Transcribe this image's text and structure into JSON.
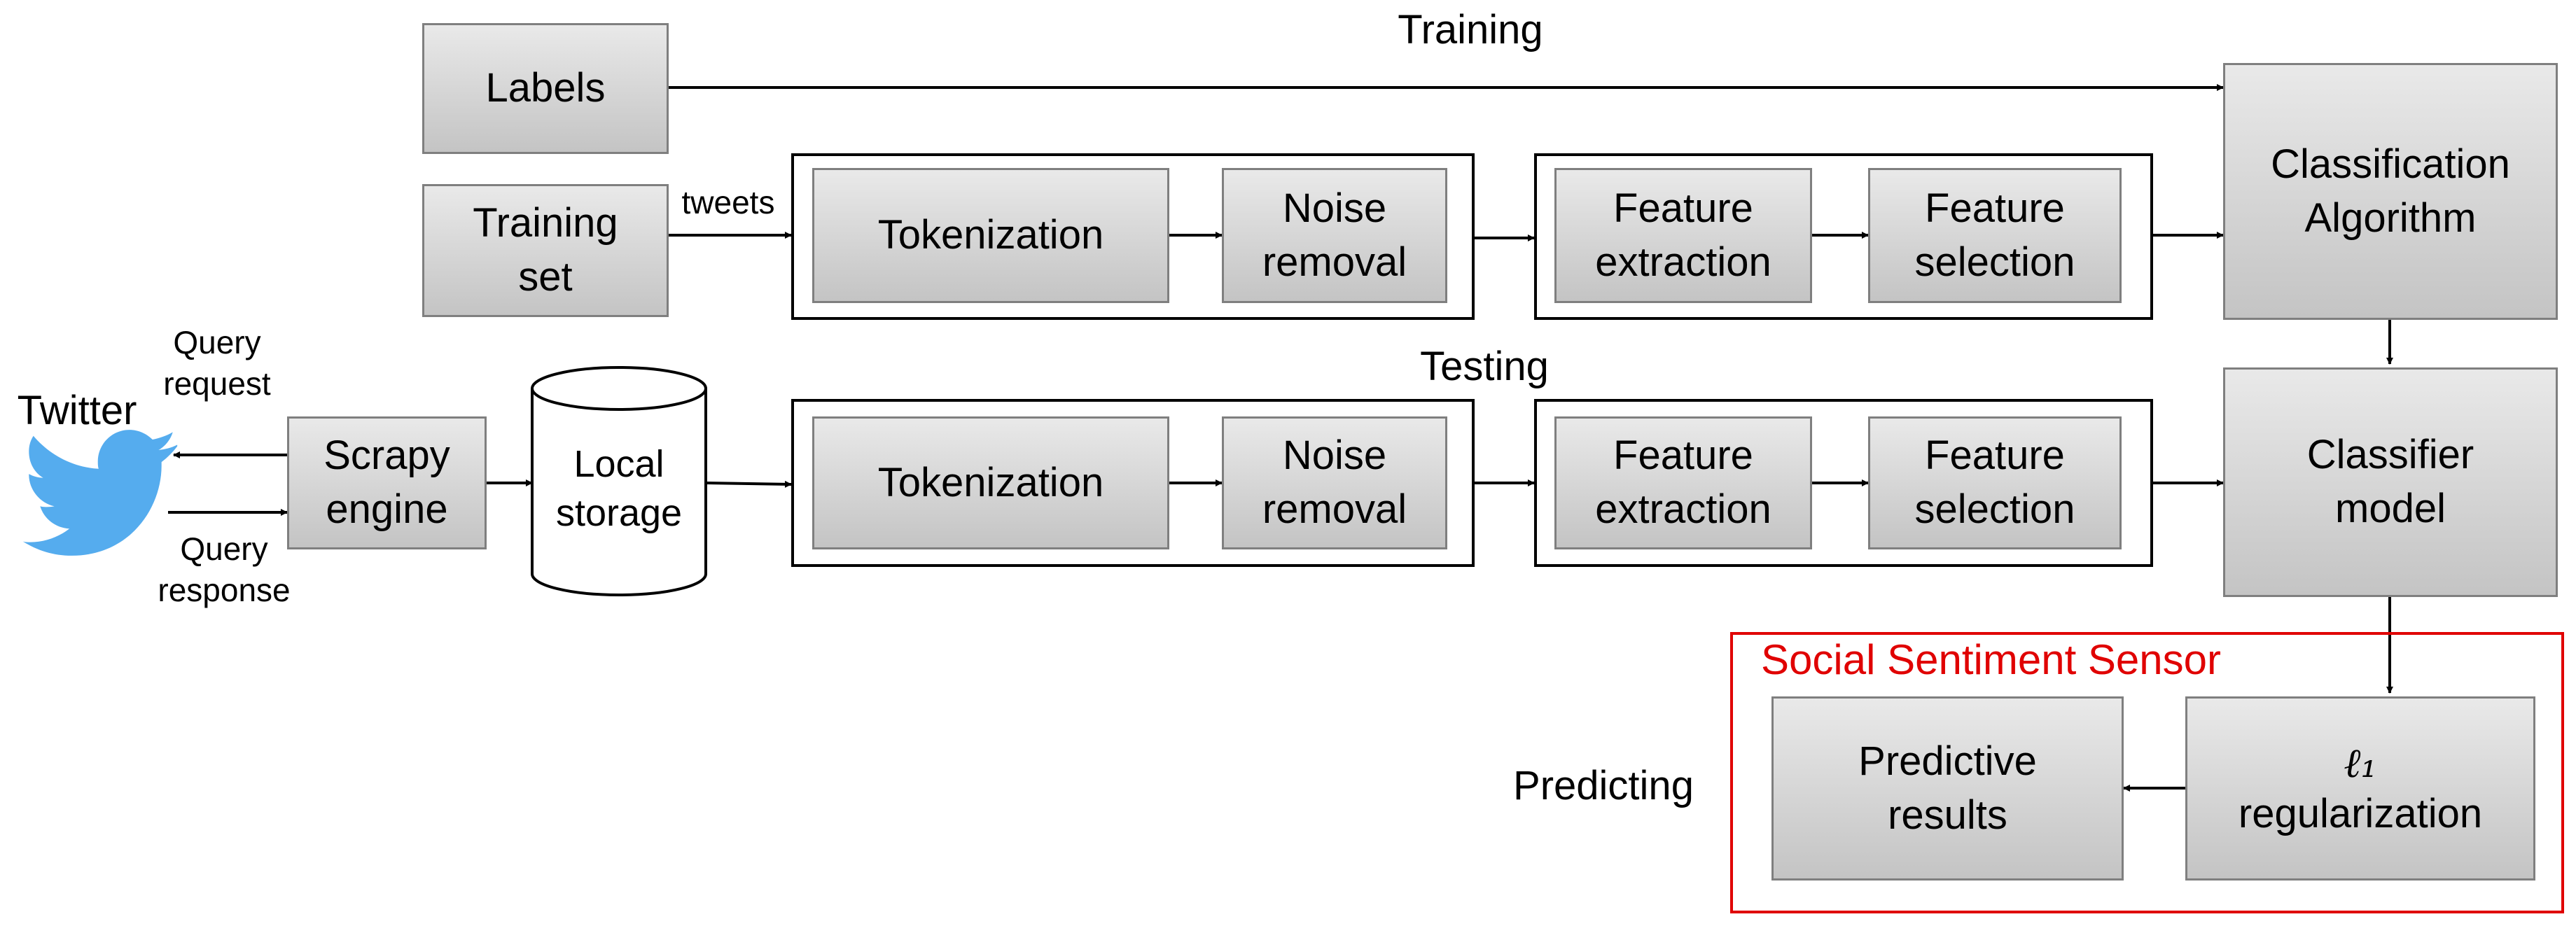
{
  "sections": {
    "training": "Training",
    "testing": "Testing",
    "predicting": "Predicting"
  },
  "source": {
    "twitter": "Twitter",
    "query_request": "Query\nrequest",
    "query_response": "Query\nresponse",
    "scrapy": "Scrapy\nengine",
    "storage": "Local\nstorage"
  },
  "training": {
    "labels": "Labels",
    "training_set": "Training\nset",
    "tweets": "tweets",
    "tokenization": "Tokenization",
    "noise_removal": "Noise\nremoval",
    "feature_extraction": "Feature\nextraction",
    "feature_selection": "Feature\nselection",
    "classification_algorithm": "Classification\nAlgorithm"
  },
  "testing": {
    "tokenization": "Tokenization",
    "noise_removal": "Noise\nremoval",
    "feature_extraction": "Feature\nextraction",
    "feature_selection": "Feature\nselection",
    "classifier_model": "Classifier\nmodel"
  },
  "sensor": {
    "title": "Social Sentiment Sensor",
    "l1_symbol": "ℓ₁",
    "l1_text": "regularization",
    "predictive_results": "Predictive\nresults"
  },
  "colors": {
    "twitter_blue": "#55acee",
    "sensor_red": "#e00000",
    "box_gray": "#c8c8c8"
  }
}
